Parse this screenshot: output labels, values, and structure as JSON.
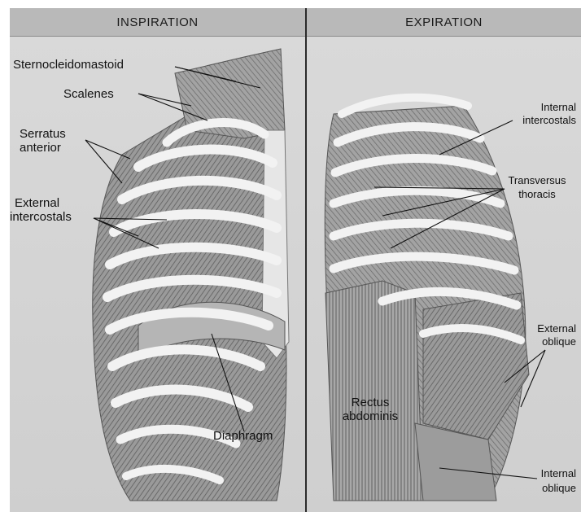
{
  "panels": {
    "left_title": "INSPIRATION",
    "right_title": "EXPIRATION"
  },
  "labels": {
    "sternocleidomastoid": "Sternocleidomastoid",
    "scalenes": "Scalenes",
    "serratus_line1": "Serratus",
    "serratus_line2": "anterior",
    "external_intercostals_line1": "External",
    "external_intercostals_line2": "intercostals",
    "diaphragm": "Diaphragm",
    "internal_intercostals_line1": "Internal",
    "internal_intercostals_line2": "intercostals",
    "transversus_line1": "Transversus",
    "transversus_line2": "thoracis",
    "external_oblique_line1": "External",
    "external_oblique_line2": "oblique",
    "rectus_line1": "Rectus",
    "rectus_line2": "abdominis",
    "internal_oblique_line1": "Internal",
    "internal_oblique_line2": "oblique"
  },
  "colors": {
    "header_bg": "#b9b9b9",
    "panel_bg": "#d3d3d3",
    "muscle_dark": "#7a7a7a",
    "rib_light": "#efefef",
    "divider": "#2b2b2b"
  }
}
